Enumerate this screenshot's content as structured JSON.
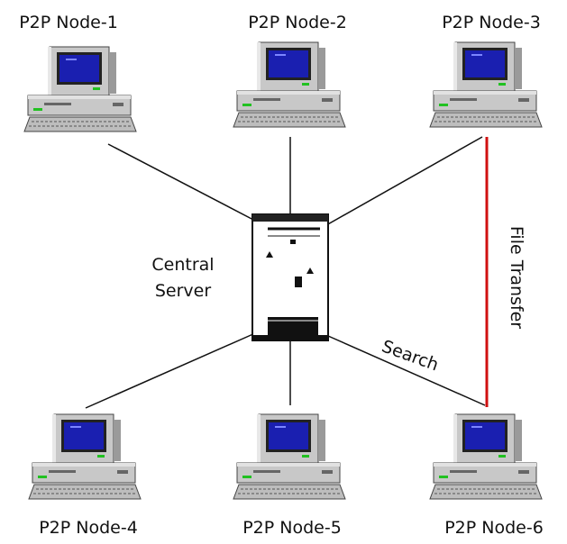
{
  "server": {
    "label_line1": "Central",
    "label_line2": "Server"
  },
  "nodes": [
    {
      "label": "P2P Node-1"
    },
    {
      "label": "P2P Node-2"
    },
    {
      "label": "P2P Node-3"
    },
    {
      "label": "P2P Node-4"
    },
    {
      "label": "P2P Node-5"
    },
    {
      "label": "P2P Node-6"
    }
  ],
  "edges": {
    "search_label": "Search",
    "file_transfer_label": "File Transfer"
  },
  "colors": {
    "line": "#111111",
    "transfer_line": "#d01010",
    "screen": "#1a1fb0",
    "case": "#c8c8c8"
  }
}
